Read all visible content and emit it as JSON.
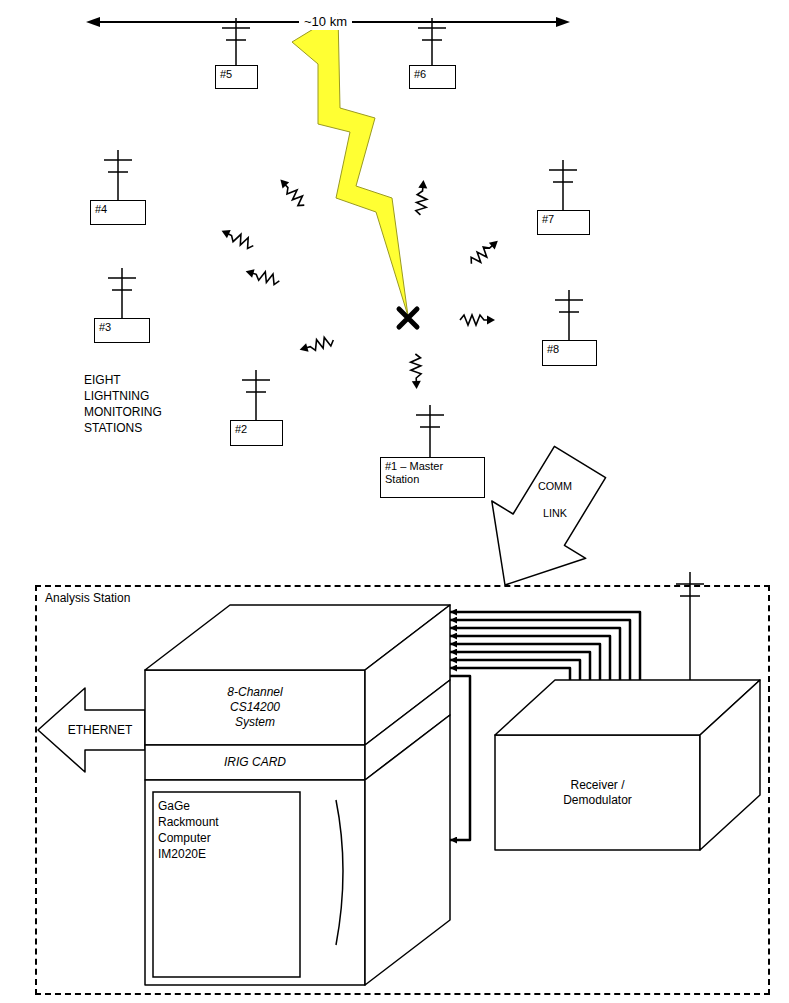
{
  "diagram": {
    "nodes": [
      {
        "text": [
          "#5"
        ]
      },
      {
        "text": [
          "#6"
        ]
      },
      {
        "text": [
          "#4"
        ]
      },
      {
        "text": [
          "#7"
        ]
      },
      {
        "text": [
          "#3"
        ]
      },
      {
        "text": [
          "#8"
        ]
      },
      {
        "text": [
          "#2"
        ]
      },
      {
        "text": [
          "#1 – Master Station"
        ]
      },
      {
        "text": [
          "COMM LINK"
        ]
      },
      {
        "text": [
          "Analysis Station"
        ]
      },
      {
        "text": [
          "ETHERNET"
        ],
        "in": 9
      },
      {
        "text": [
          "8-Channel CS14200 System"
        ],
        "in": 9
      },
      {
        "text": [
          "IRIG CARD"
        ],
        "in": 9
      },
      {
        "text": [
          "GaGe Rackmount Computer IM2020E"
        ],
        "in": 9
      },
      {
        "text": [
          "Receiver / Demodulator"
        ],
        "in": 9
      }
    ],
    "edges": [
      {
        "from": 14,
        "to": 11,
        "arrow": "to"
      },
      {
        "from": 14,
        "to": 11,
        "arrow": "to"
      },
      {
        "from": 14,
        "to": 11,
        "arrow": "to"
      },
      {
        "from": 14,
        "to": 11,
        "arrow": "to"
      },
      {
        "from": 14,
        "to": 11,
        "arrow": "to"
      },
      {
        "from": 14,
        "to": 11,
        "arrow": "to"
      },
      {
        "from": 14,
        "to": 11,
        "arrow": "to"
      },
      {
        "from": 14,
        "to": 11,
        "arrow": "to"
      },
      {
        "from": 11,
        "to": 13,
        "arrow": "to"
      }
    ],
    "labels": [
      "~10 km",
      "EIGHT LIGHTNING MONITORING STATIONS"
    ]
  }
}
